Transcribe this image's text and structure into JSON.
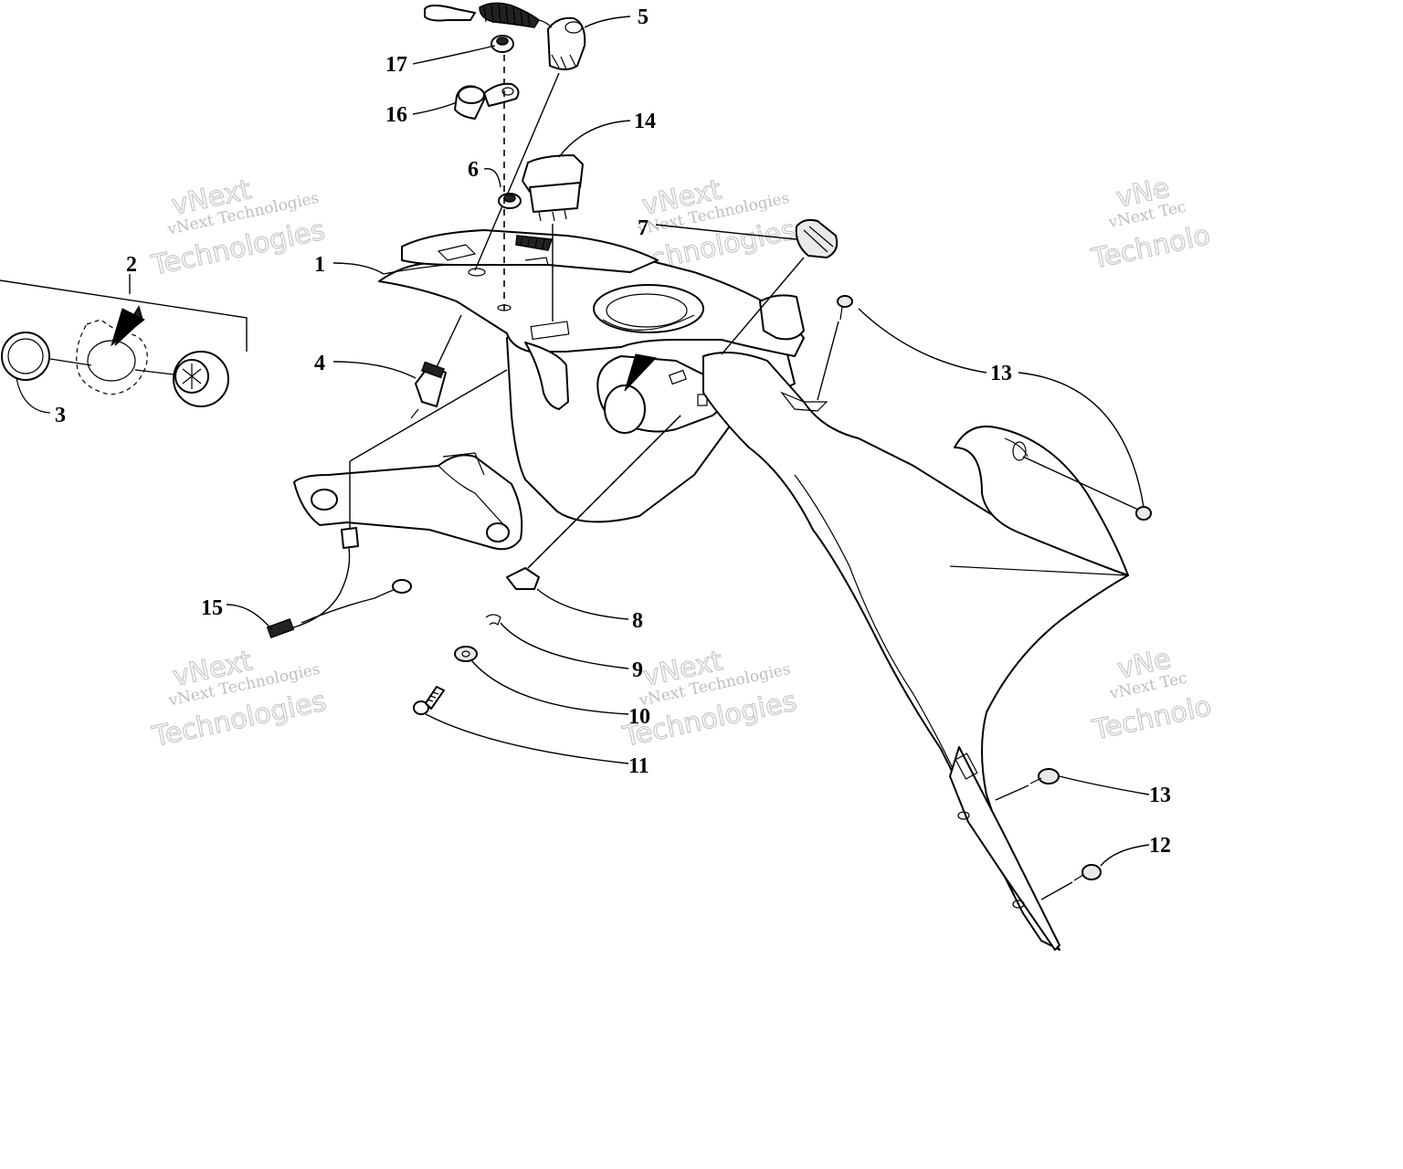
{
  "watermark": {
    "line1": "vNext Technologies",
    "line2": "vNext",
    "line3": "Technologies",
    "clip1": "vNext Tec",
    "clip2": "vNe",
    "clip3": "Technolo"
  },
  "callouts": {
    "c1": "1",
    "c2": "2",
    "c3": "3",
    "c4": "4",
    "c5": "5",
    "c6": "6",
    "c7": "7",
    "c8": "8",
    "c9": "9",
    "c10": "10",
    "c11": "11",
    "c12": "12",
    "c13a": "13",
    "c13b": "13",
    "c14": "14",
    "c15": "15",
    "c16": "16",
    "c17": "17"
  }
}
